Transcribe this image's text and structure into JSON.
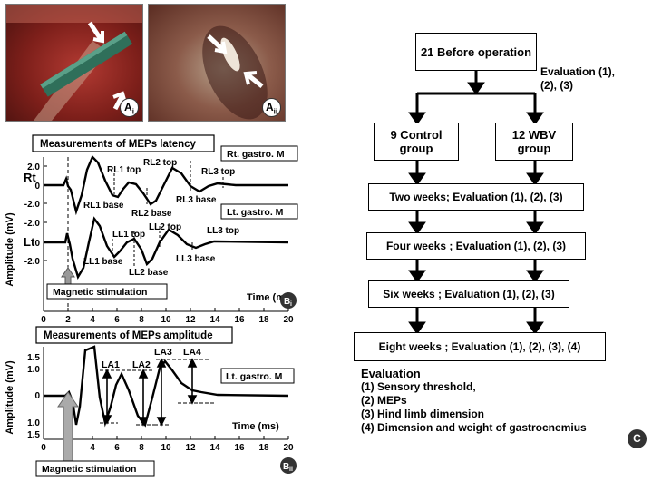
{
  "panel_a": {
    "badge_i": "A",
    "badge_i_sub": "i",
    "badge_ii": "A",
    "badge_ii_sub": "ii"
  },
  "panel_b_latency": {
    "title": "Measurements of MEPs latency",
    "rt_label": "Rt",
    "lt_label": "Lt",
    "rt_muscle": "Rt. gastro. M",
    "lt_muscle": "Lt. gastro. M",
    "ylabel": "Amplitude (mV)",
    "xlabel": "Time (ms)",
    "yticks": [
      "2.0",
      "0",
      "-2.0",
      "-2.0",
      "0",
      "-2.0"
    ],
    "xticks": [
      "0",
      "2",
      "4",
      "6",
      "8",
      "10",
      "12",
      "14",
      "16",
      "18",
      "20"
    ],
    "annotations": [
      "RL1 top",
      "RL2 top",
      "RL3 top",
      "RL1 base",
      "RL2 base",
      "RL3 base",
      "LL1 top",
      "LL2 top",
      "LL3 top",
      "LL1 base",
      "LL2 base",
      "LL3 base"
    ],
    "stimulus": "Magnetic stimulation",
    "badge": "B",
    "badge_sub": "i"
  },
  "panel_b_amplitude": {
    "title": "Measurements of MEPs amplitude",
    "muscle": "Lt. gastro. M",
    "ylabel": "Amplitude (mV)",
    "xlabel": "Time (ms)",
    "yticks": [
      "1.5",
      "1.0",
      "0",
      "1.0",
      "1.5"
    ],
    "xticks": [
      "0",
      "2",
      "4",
      "6",
      "8",
      "10",
      "12",
      "14",
      "16",
      "18",
      "20"
    ],
    "annotations": [
      "LA1",
      "LA2",
      "LA3",
      "LA4"
    ],
    "stimulus": "Magnetic stimulation",
    "badge": "B",
    "badge_sub": "ii"
  },
  "panel_c": {
    "start_box": "21 Before operation",
    "start_eval": "Evaluation (1), (2), (3)",
    "control": "9 Control group",
    "wbv": "12 WBV group",
    "steps": [
      "Two weeks; Evaluation (1), (2), (3)",
      "Four weeks ; Evaluation (1), (2), (3)",
      "Six weeks ; Evaluation (1), (2), (3)",
      "Eight weeks ; Evaluation (1), (2), (3), (4)"
    ],
    "legend_title": "Evaluation",
    "legend": [
      "(1) Sensory threshold,",
      "(2) MEPs",
      "(3) Hind limb dimension",
      "(4) Dimension and weight of gastrocnemius"
    ],
    "badge": "C"
  }
}
